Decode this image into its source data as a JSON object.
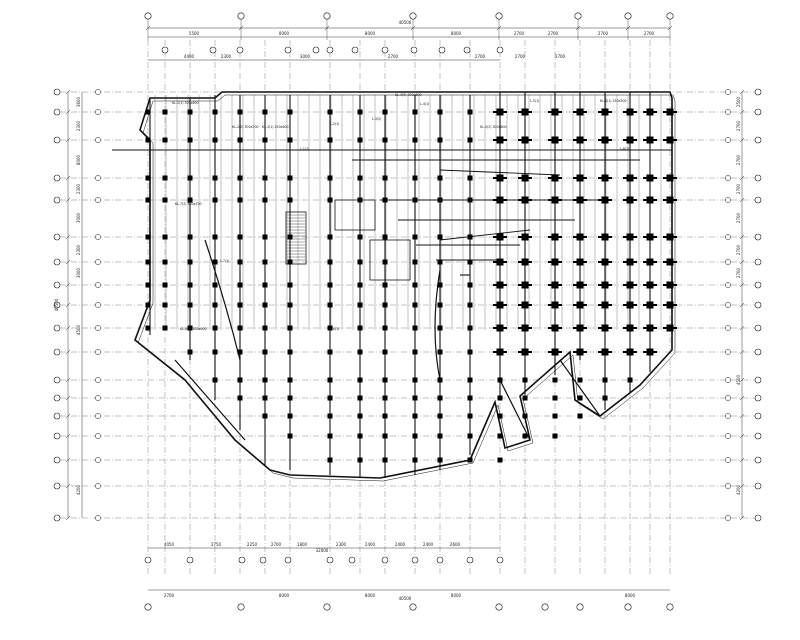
{
  "drawing": {
    "top_dims_outer": [
      "5500",
      "8000",
      "8000",
      "8000",
      "2700",
      "2700",
      "2700",
      "2700"
    ],
    "top_overall": "40500",
    "top_dims_mid": [
      "4400",
      "2300",
      "3000",
      "2700",
      "2700",
      "2700",
      "2700"
    ],
    "bottom_overall": "40500",
    "bottom_dims_outer": [
      "2700",
      "8000",
      "8000",
      "8000",
      "8000"
    ],
    "bottom_dims_inner": [
      "4050",
      "2750",
      "2250",
      "2700",
      "1800",
      "2300",
      "2400",
      "2400",
      "2400",
      "2600"
    ],
    "bottom_mid_label": "32000",
    "left_dims": [
      "3600",
      "2300",
      "8000",
      "2300",
      "3000",
      "2300",
      "3000",
      "4500",
      "4200"
    ],
    "left_overall": "40500",
    "right_dims": [
      "2500",
      "2700",
      "2700",
      "2700",
      "2700",
      "2700",
      "2700",
      "4500",
      "4200"
    ],
    "beam_labels": [
      "KL-1(1) 300x600",
      "KL-2(2) 300x700",
      "KL-3(1) 250x600",
      "L-1(1)",
      "L-2(1)",
      "L-3(2)",
      "KL-4(3) 300x800",
      "L-4(1)",
      "KL-5(2) 300x600",
      "L-5(1)",
      "KL-6(1) 250x500",
      "L-6(2)",
      "KL-7(2) 300x700",
      "L-7(1)",
      "KL-8(1) 300x600",
      "L-8(1)"
    ]
  }
}
